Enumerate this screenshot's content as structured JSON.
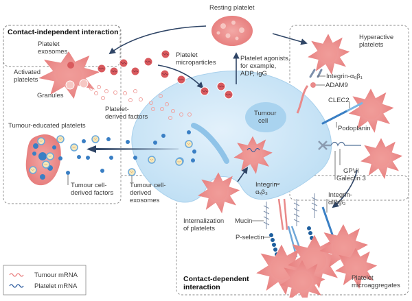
{
  "title": "Platelet–tumour cell interactions",
  "colors": {
    "platelet": "#e97f7f",
    "platelet_light": "#f4b3b0",
    "tumour_cell": "#cfe6f7",
    "tumour_cell_edge": "#9cc9ea",
    "nucleus": "#a9d3ef",
    "arrow": "#2f4566",
    "tumour_mrna": "#e97f7f",
    "platelet_mrna": "#2c5a9e",
    "factor_blue": "#3a7fc4",
    "exosome_fill": "#f6e7b8"
  },
  "sections": {
    "contact_independent": "Contact-independent interaction",
    "contact_dependent_line1": "Contact-dependent",
    "contact_dependent_line2": "interaction"
  },
  "labels": {
    "resting_platelet": "Resting platelet",
    "platelet_exosomes_1": "Platelet",
    "platelet_exosomes_2": "exosomes",
    "activated_platelets_1": "Activated",
    "activated_platelets_2": "platelets",
    "granules": "Granules",
    "platelet_microparticles_1": "Platelet",
    "platelet_microparticles_2": "microparticles",
    "platelet_derived_factors_1": "Platelet-",
    "platelet_derived_factors_2": "derived factors",
    "agonists_1": "Platelet agonists,",
    "agonists_2": "for example,",
    "agonists_3": "ADP, IgG",
    "tumour_cell_1": "Tumour",
    "tumour_cell_2": "cell",
    "tumour_educated_platelets": "Tumour-educated platelets",
    "tumour_cell_derived_factors_1": "Tumour cell-",
    "tumour_cell_derived_factors_2": "derived factors",
    "tumour_cell_derived_exosomes_1": "Tumour cell-",
    "tumour_cell_derived_exosomes_2": "derived",
    "tumour_cell_derived_exosomes_3": "exosomes",
    "hyperactive_platelets_1": "Hyperactive",
    "hyperactive_platelets_2": "platelets",
    "integrin_a6b1": "Integrin-α₆β₁",
    "adam9": "ADAM9",
    "clec2": "CLEC2",
    "podoplanin": "Podoplanin",
    "gpvi": "GPVI",
    "galectin3": "Galectin 3",
    "integrin_avb3_1": "Integrin-",
    "integrin_avb3_2": "αᵥβ₃",
    "integrin_aiib_b3_1": "Integrin-",
    "integrin_aiib_b3_2": "αIIbβ₃",
    "mucin": "Mucin",
    "p_selectin": "P-selectin",
    "internalization_1": "Internalization",
    "internalization_2": "of platelets",
    "microaggregates_1": "Platelet",
    "microaggregates_2": "microaggregates"
  },
  "legend": [
    {
      "label": "Tumour mRNA",
      "color": "#e97f7f"
    },
    {
      "label": "Platelet mRNA",
      "color": "#2c5a9e"
    }
  ]
}
